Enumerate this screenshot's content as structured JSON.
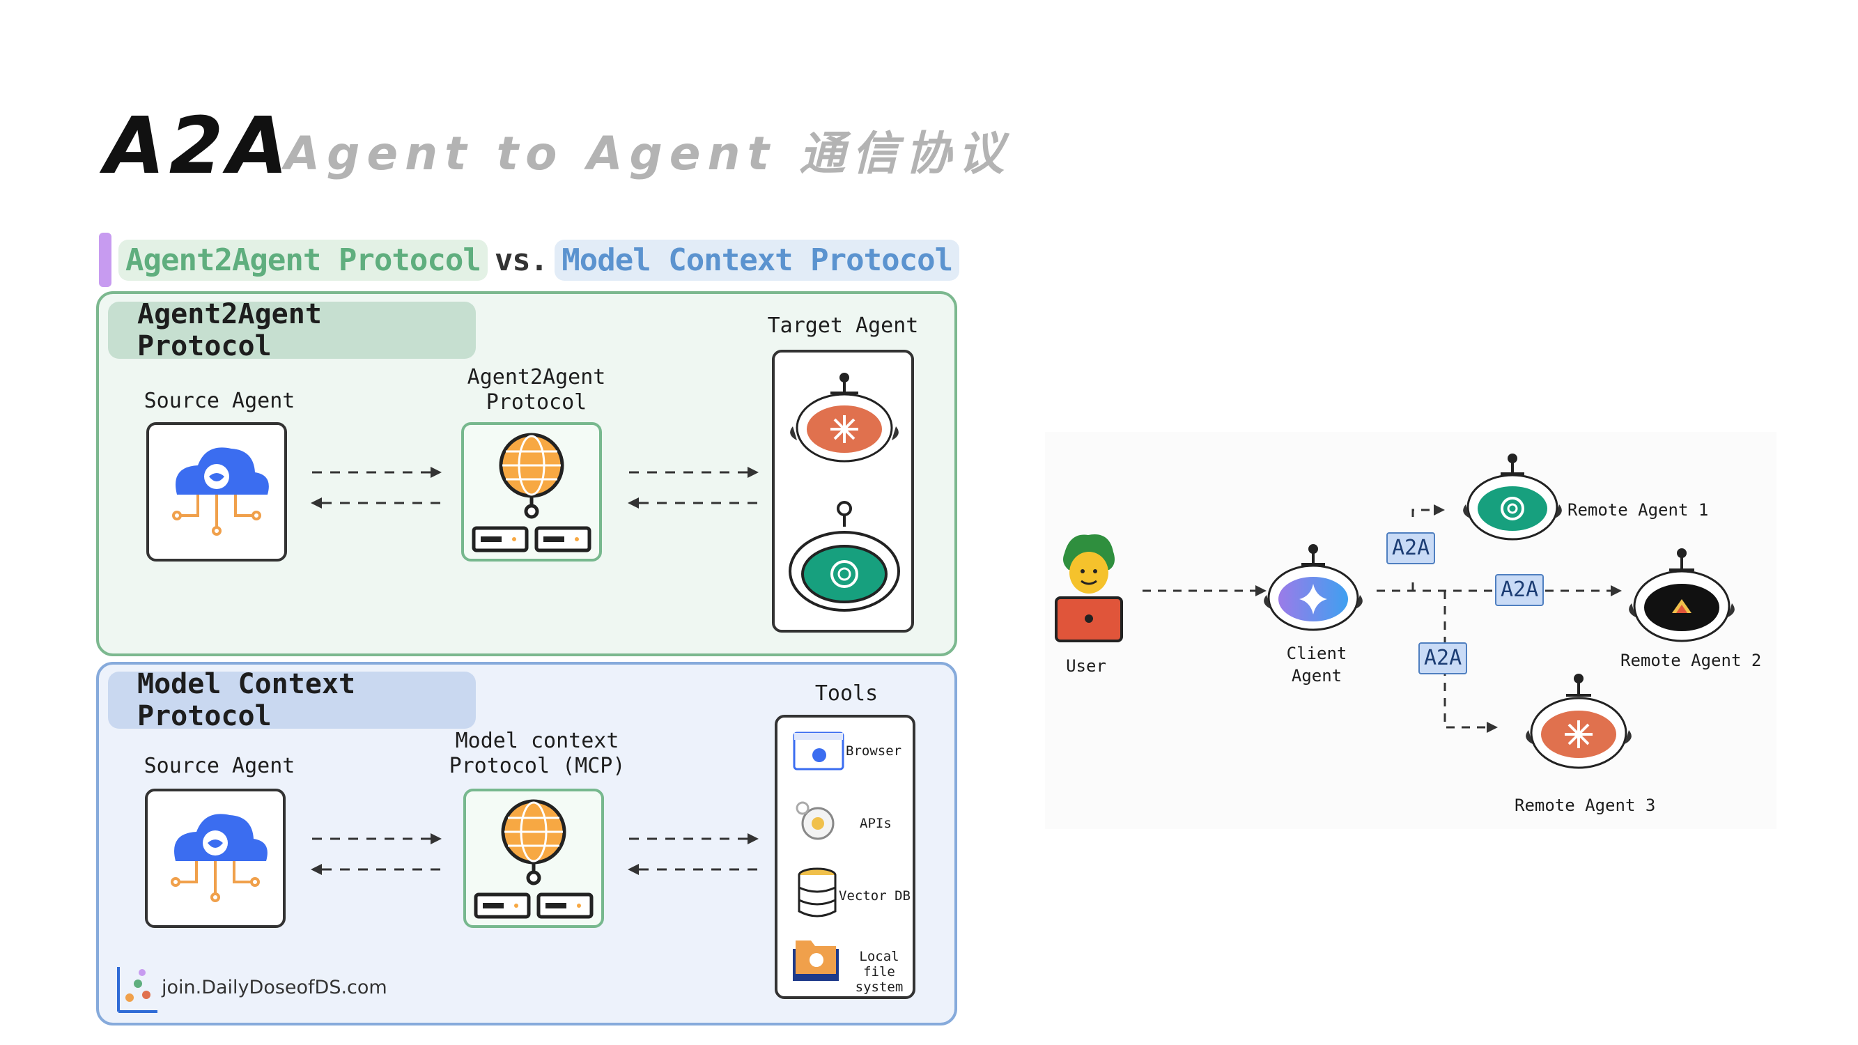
{
  "title": {
    "main": "A2A",
    "sub": "Agent to Agent 通信协议"
  },
  "comparison": {
    "heading_left": "Agent2Agent Protocol",
    "heading_vs": "vs.",
    "heading_right": "Model Context Protocol",
    "a2a_panel": {
      "tag": "Agent2Agent Protocol",
      "source_label": "Source Agent",
      "protocol_label_line1": "Agent2Agent",
      "protocol_label_line2": "Protocol",
      "target_label": "Target Agent"
    },
    "mcp_panel": {
      "tag": "Model Context Protocol",
      "source_label": "Source Agent",
      "protocol_label_line1": "Model context",
      "protocol_label_line2": "Protocol (MCP)",
      "tools_label": "Tools",
      "tools": [
        "Browser",
        "APIs",
        "Vector DB",
        "Local file",
        "system"
      ]
    },
    "footer": "join.DailyDoseofDS.com"
  },
  "a2a_diagram": {
    "user_label": "User",
    "client_label_line1": "Client",
    "client_label_line2": "Agent",
    "remote1_label": "Remote Agent 1",
    "remote2_label": "Remote Agent 2",
    "remote3_label": "Remote Agent 3",
    "edge_label": "A2A"
  },
  "colors": {
    "green_accent": "#7cb88f",
    "blue_accent": "#86aadb",
    "purple_bar": "#c79bf0",
    "orange_agent": "#e0714e",
    "teal_agent": "#17a07e"
  }
}
